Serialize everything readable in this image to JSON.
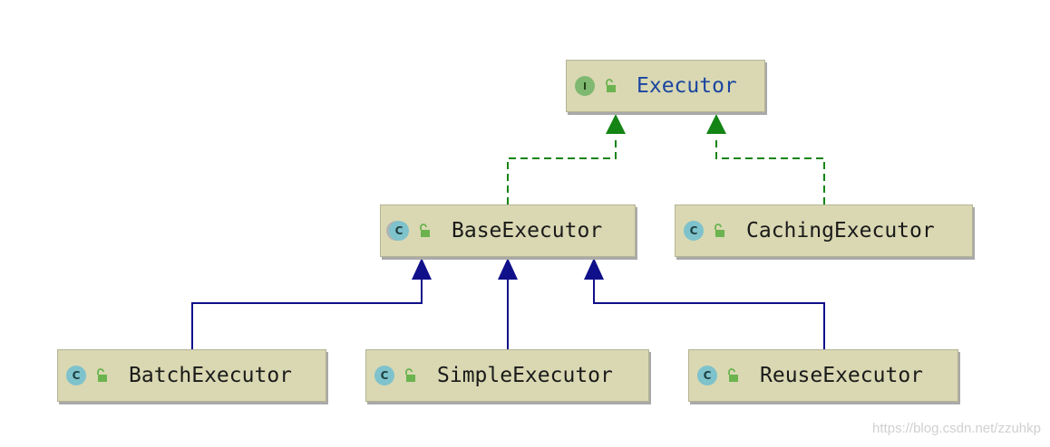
{
  "colors": {
    "node_fill": "#d9d8b2",
    "implements_edge": "#148414",
    "extends_edge": "#10108a",
    "interface_text": "#1a45a0",
    "lock_icon": "#6bb34f"
  },
  "nodes": {
    "executor": {
      "label": "Executor",
      "kind_letter": "I",
      "kind": "interface",
      "icon": "unlocked-padlock-icon"
    },
    "base": {
      "label": "BaseExecutor",
      "kind_letter": "C",
      "kind": "abstract-class",
      "icon": "unlocked-padlock-icon"
    },
    "caching": {
      "label": "CachingExecutor",
      "kind_letter": "C",
      "kind": "class",
      "icon": "unlocked-padlock-icon"
    },
    "batch": {
      "label": "BatchExecutor",
      "kind_letter": "C",
      "kind": "class",
      "icon": "unlocked-padlock-icon"
    },
    "simple": {
      "label": "SimpleExecutor",
      "kind_letter": "C",
      "kind": "class",
      "icon": "unlocked-padlock-icon"
    },
    "reuse": {
      "label": "ReuseExecutor",
      "kind_letter": "C",
      "kind": "class",
      "icon": "unlocked-padlock-icon"
    }
  },
  "edges": [
    {
      "from": "BaseExecutor",
      "to": "Executor",
      "relation": "implements",
      "style": "dashed"
    },
    {
      "from": "CachingExecutor",
      "to": "Executor",
      "relation": "implements",
      "style": "dashed"
    },
    {
      "from": "BatchExecutor",
      "to": "BaseExecutor",
      "relation": "extends",
      "style": "solid"
    },
    {
      "from": "SimpleExecutor",
      "to": "BaseExecutor",
      "relation": "extends",
      "style": "solid"
    },
    {
      "from": "ReuseExecutor",
      "to": "BaseExecutor",
      "relation": "extends",
      "style": "solid"
    }
  ],
  "watermark": "https://blog.csdn.net/zzuhkp"
}
